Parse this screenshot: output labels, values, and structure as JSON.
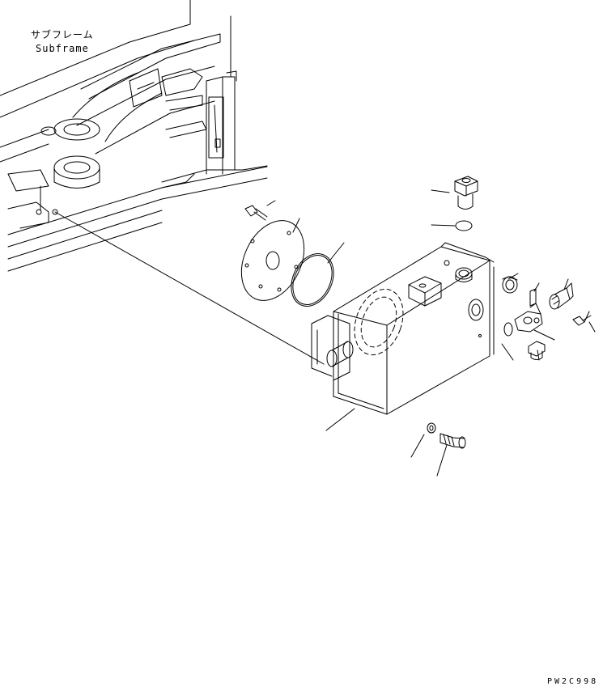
{
  "diagram": {
    "label_subframe_jp": "サブフレーム",
    "label_subframe_en": "Subframe",
    "drawing_code": "PW2C998",
    "colors": {
      "line": "#000000",
      "background": "#ffffff"
    }
  }
}
